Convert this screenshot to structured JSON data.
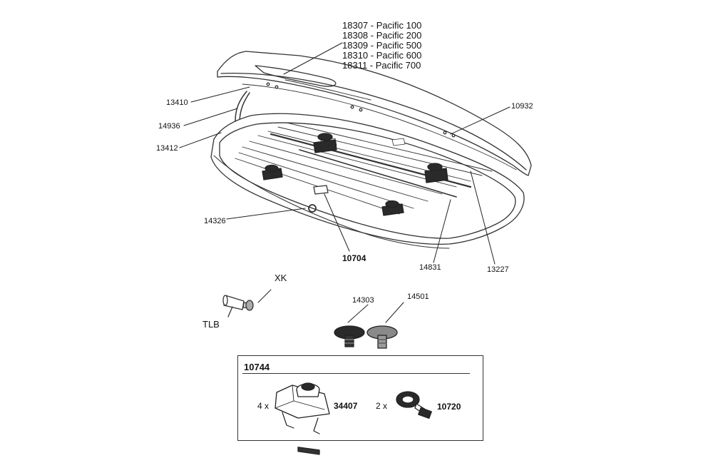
{
  "models": [
    "18307 - Pacific 100",
    "18308 - Pacific 200",
    "18309 - Pacific 500",
    "18310 - Pacific 600",
    "18311 - Pacific 700"
  ],
  "parts": {
    "p13410": "13410",
    "p14936": "14936",
    "p13412": "13412",
    "p10932": "10932",
    "p14326": "14326",
    "p10704": "10704",
    "p14831": "14831",
    "p13227": "13227",
    "xk": "XK",
    "tlb": "TLB",
    "p14303": "14303",
    "p14501": "14501"
  },
  "kit": {
    "title": "10744",
    "qty1": "4 x",
    "part1": "34407",
    "qty2": "2 x",
    "part2": "10720"
  },
  "colors": {
    "line": "#222222",
    "stroke": "#333333",
    "fill_dark": "#2a2a2a",
    "fill_grey": "#8a8a8a"
  }
}
